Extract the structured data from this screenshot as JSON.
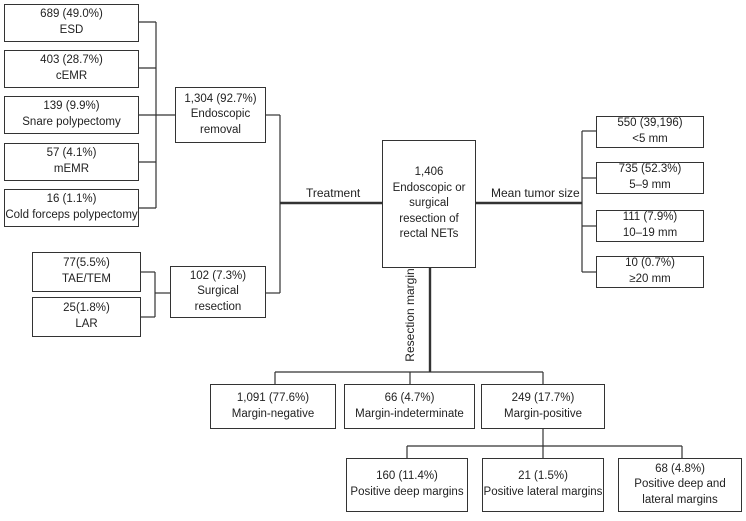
{
  "center": {
    "lines": [
      "1,406",
      "Endoscopic or",
      "surgical",
      "resection of",
      "rectal NETs"
    ]
  },
  "labels": {
    "treatment": "Treatment",
    "mean_tumor_size": "Mean tumor size",
    "resection_margin": "Resection margin"
  },
  "endoscopic": {
    "group": {
      "value": "1,304 (92.7%)",
      "label": "Endoscopic removal"
    },
    "items": [
      {
        "value": "689 (49.0%)",
        "label": "ESD"
      },
      {
        "value": "403 (28.7%)",
        "label": "cEMR"
      },
      {
        "value": "139 (9.9%)",
        "label": "Snare polypectomy"
      },
      {
        "value": "57 (4.1%)",
        "label": "mEMR"
      },
      {
        "value": "16 (1.1%)",
        "label": "Cold forceps polypectomy"
      }
    ]
  },
  "surgical": {
    "group": {
      "value": "102 (7.3%)",
      "label": "Surgical resection"
    },
    "items": [
      {
        "value": "77(5.5%)",
        "label": "TAE/TEM"
      },
      {
        "value": "25(1.8%)",
        "label": "LAR"
      }
    ]
  },
  "tumor_size": [
    {
      "value": "550 (39,196)",
      "label": "<5 mm"
    },
    {
      "value": "735 (52.3%)",
      "label": "5–9 mm"
    },
    {
      "value": "111 (7.9%)",
      "label": "10–19 mm"
    },
    {
      "value": "10 (0.7%)",
      "label": "≥20 mm"
    }
  ],
  "margin": [
    {
      "value": "1,091 (77.6%)",
      "label": "Margin-negative"
    },
    {
      "value": "66 (4.7%)",
      "label": "Margin-indeterminate"
    },
    {
      "value": "249 (17.7%)",
      "label": "Margin-positive"
    }
  ],
  "positive": [
    {
      "value": "160 (11.4%)",
      "label": "Positive deep margins"
    },
    {
      "value": "21 (1.5%)",
      "label": "Positive lateral margins"
    },
    {
      "value": "68 (4.8%)",
      "label": "Positive deep and lateral margins"
    }
  ]
}
